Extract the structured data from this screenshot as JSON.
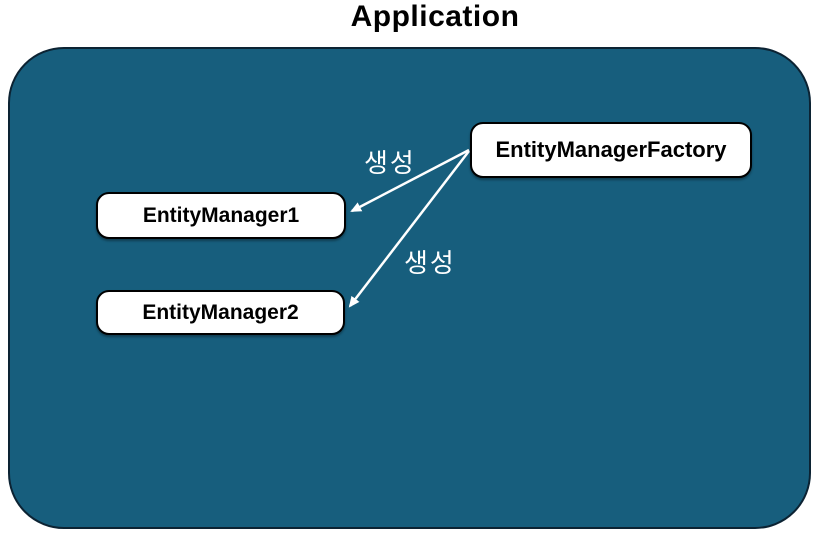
{
  "title": "Application",
  "nodes": {
    "factory": {
      "label": "EntityManagerFactory"
    },
    "manager1": {
      "label": "EntityManager1"
    },
    "manager2": {
      "label": "EntityManager2"
    }
  },
  "edges": {
    "factory_to_manager1": {
      "label": "생성"
    },
    "factory_to_manager2": {
      "label": "생성"
    }
  },
  "colors": {
    "page_background": "#ffffff",
    "container_fill": "#175e7d",
    "container_border": "#0c2333",
    "node_fill": "#ffffff",
    "node_border": "#000000",
    "node_text": "#000000",
    "arrow": "#ffffff",
    "edge_label_text": "#ffffff",
    "title_text": "#000000"
  }
}
